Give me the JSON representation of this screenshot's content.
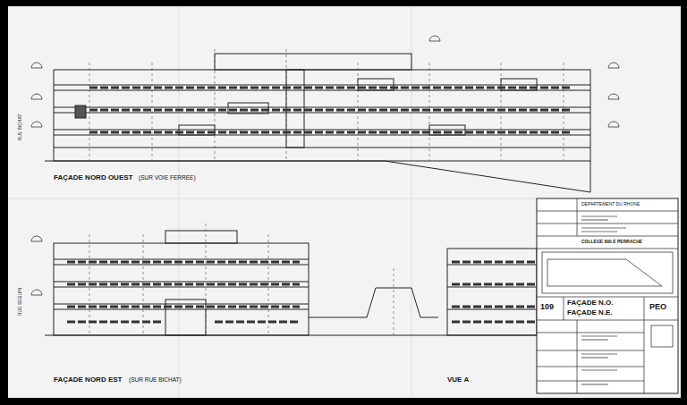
{
  "diagram": {
    "labels": [
      "FAÇADE NORD OUEST",
      "(SUR VOIE FERREE)",
      "FAÇADE NORD EST",
      "(SUR RUE BICHAT)",
      "VUE A",
      "RUE BICHAT",
      "RUE SEGUIN",
      "DEPARTEMENT DU RHONE",
      "COLLEGE 600 E PERRACHE",
      "109",
      "FAÇADE N.O.",
      "FAÇADE N.E.",
      "PEO"
    ]
  }
}
